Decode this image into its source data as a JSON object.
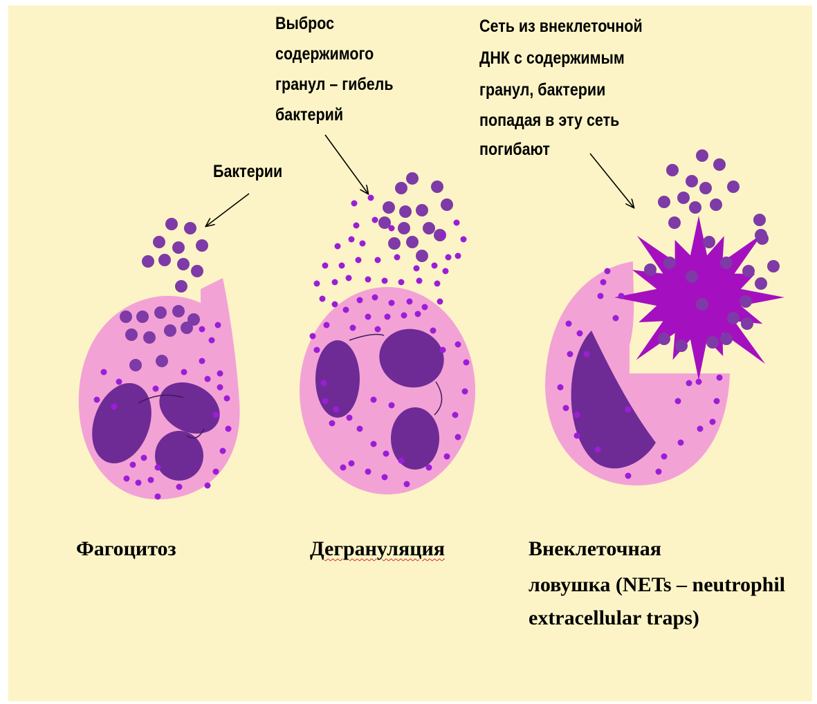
{
  "colors": {
    "background": "#fcf4c6",
    "cell": "#f3a2d6",
    "nucleus": "#6e2b96",
    "bacteria": "#7e3aa6",
    "granule": "#9b1ed6",
    "net": "#a410c0"
  },
  "labels": {
    "bacteria": "Бактерии",
    "release": [
      "Выброс",
      "содержимого",
      "гранул – гибель",
      "бактерий"
    ],
    "net": [
      "Сеть из внеклеточной",
      "ДНК с содержимым",
      "гранул, бактерии",
      "попадая в эту сеть",
      "погибают"
    ]
  },
  "captions": {
    "phagocytosis": "Фагоцитоз",
    "degranulation": "Дегрануляция",
    "trap": [
      "Внеклеточная",
      "ловушка (NETs – neutrophil",
      "extracellular traps)"
    ]
  }
}
